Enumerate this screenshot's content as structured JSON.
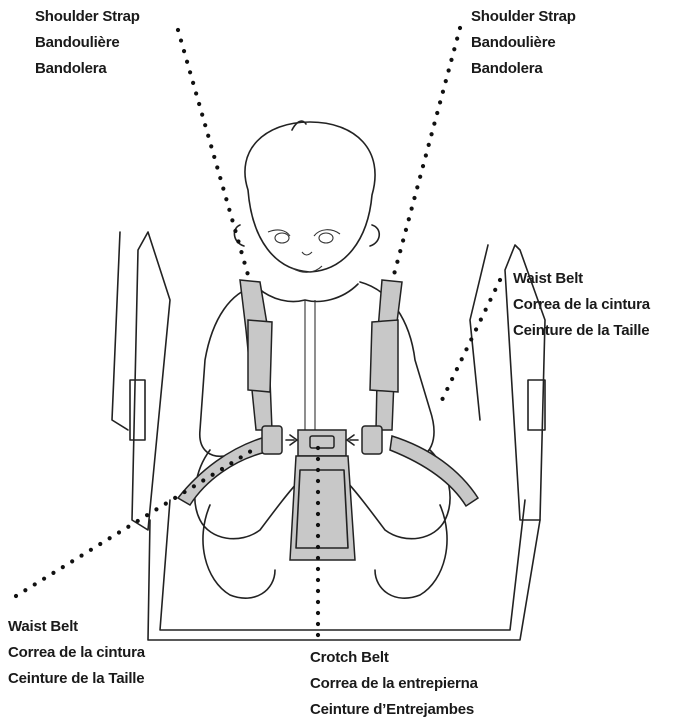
{
  "labels": {
    "shoulder_left": [
      "Shoulder Strap",
      "Bandoulière",
      "Bandolera"
    ],
    "shoulder_right": [
      "Shoulder Strap",
      "Bandoulière",
      "Bandolera"
    ],
    "waist_right": [
      "Waist Belt",
      "Correa de la cintura",
      "Ceinture de la Taille"
    ],
    "waist_left": [
      "Waist Belt",
      "Correa de la cintura",
      "Ceinture de la Taille"
    ],
    "crotch": [
      "Crotch Belt",
      "Correa de la entrepierna",
      "Ceinture d’Entrejambes"
    ]
  },
  "colors": {
    "ink": "#222222",
    "strap_fill": "#c8c8c8",
    "background": "#ffffff"
  }
}
